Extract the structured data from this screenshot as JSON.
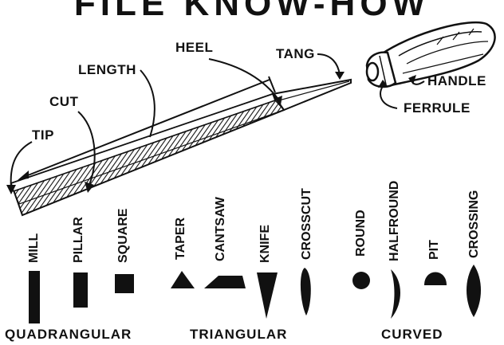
{
  "banner": "FILE KNOW-HOW",
  "parts": {
    "tip": "TIP",
    "cut": "CUT",
    "length": "LENGTH",
    "heel": "HEEL",
    "tang": "TANG",
    "handle": "HANDLE",
    "ferrule": "FERRULE"
  },
  "shapes": [
    "MILL",
    "PILLAR",
    "SQUARE",
    "TAPER",
    "CANTSAW",
    "KNIFE",
    "CROSSCUT",
    "ROUND",
    "HALFROUND",
    "PIT",
    "CROSSING"
  ],
  "groups": {
    "quadrangular": "QUADRANGULAR",
    "triangular": "TRIANGULAR",
    "curved": "CURVED"
  }
}
